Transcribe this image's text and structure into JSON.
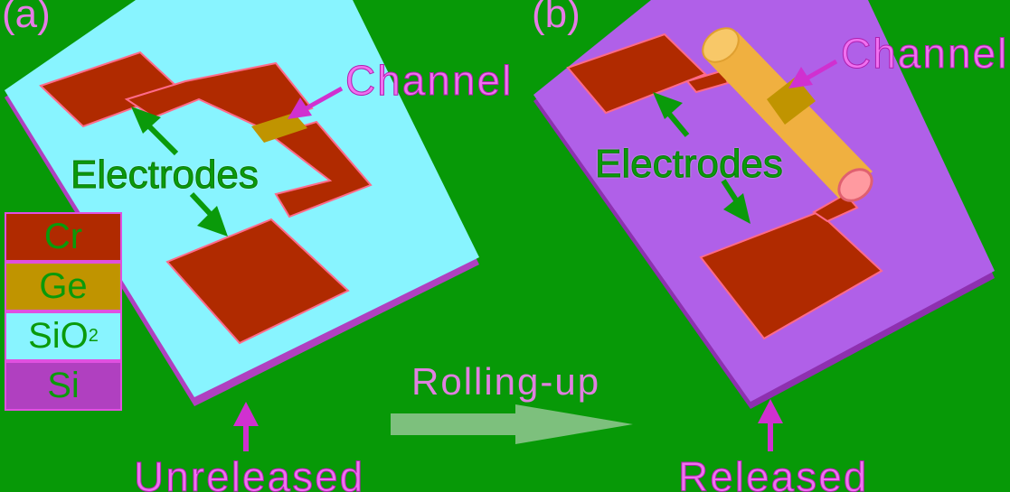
{
  "panels": {
    "a": "(a)",
    "b": "(b)"
  },
  "labels": {
    "channel_a": "Channel",
    "channel_b": "Channel",
    "electrodes_a": "Electrodes",
    "electrodes_b": "Electrodes",
    "rolling": "Rolling-up",
    "unreleased": "Unreleased",
    "released": "Released"
  },
  "legend": [
    {
      "label": "Cr",
      "color": "#b02a00"
    },
    {
      "label": "Ge",
      "color": "#c09400"
    },
    {
      "label": "SiO",
      "sub": "2",
      "color": "#88f4ff"
    },
    {
      "label": "Si",
      "color": "#b040c0"
    }
  ],
  "colors": {
    "background": "#079907",
    "cr": "#b02a00",
    "ge": "#c09400",
    "sio2": "#88f4ff",
    "si": "#b040c0",
    "label_pink": "#f070f0"
  }
}
